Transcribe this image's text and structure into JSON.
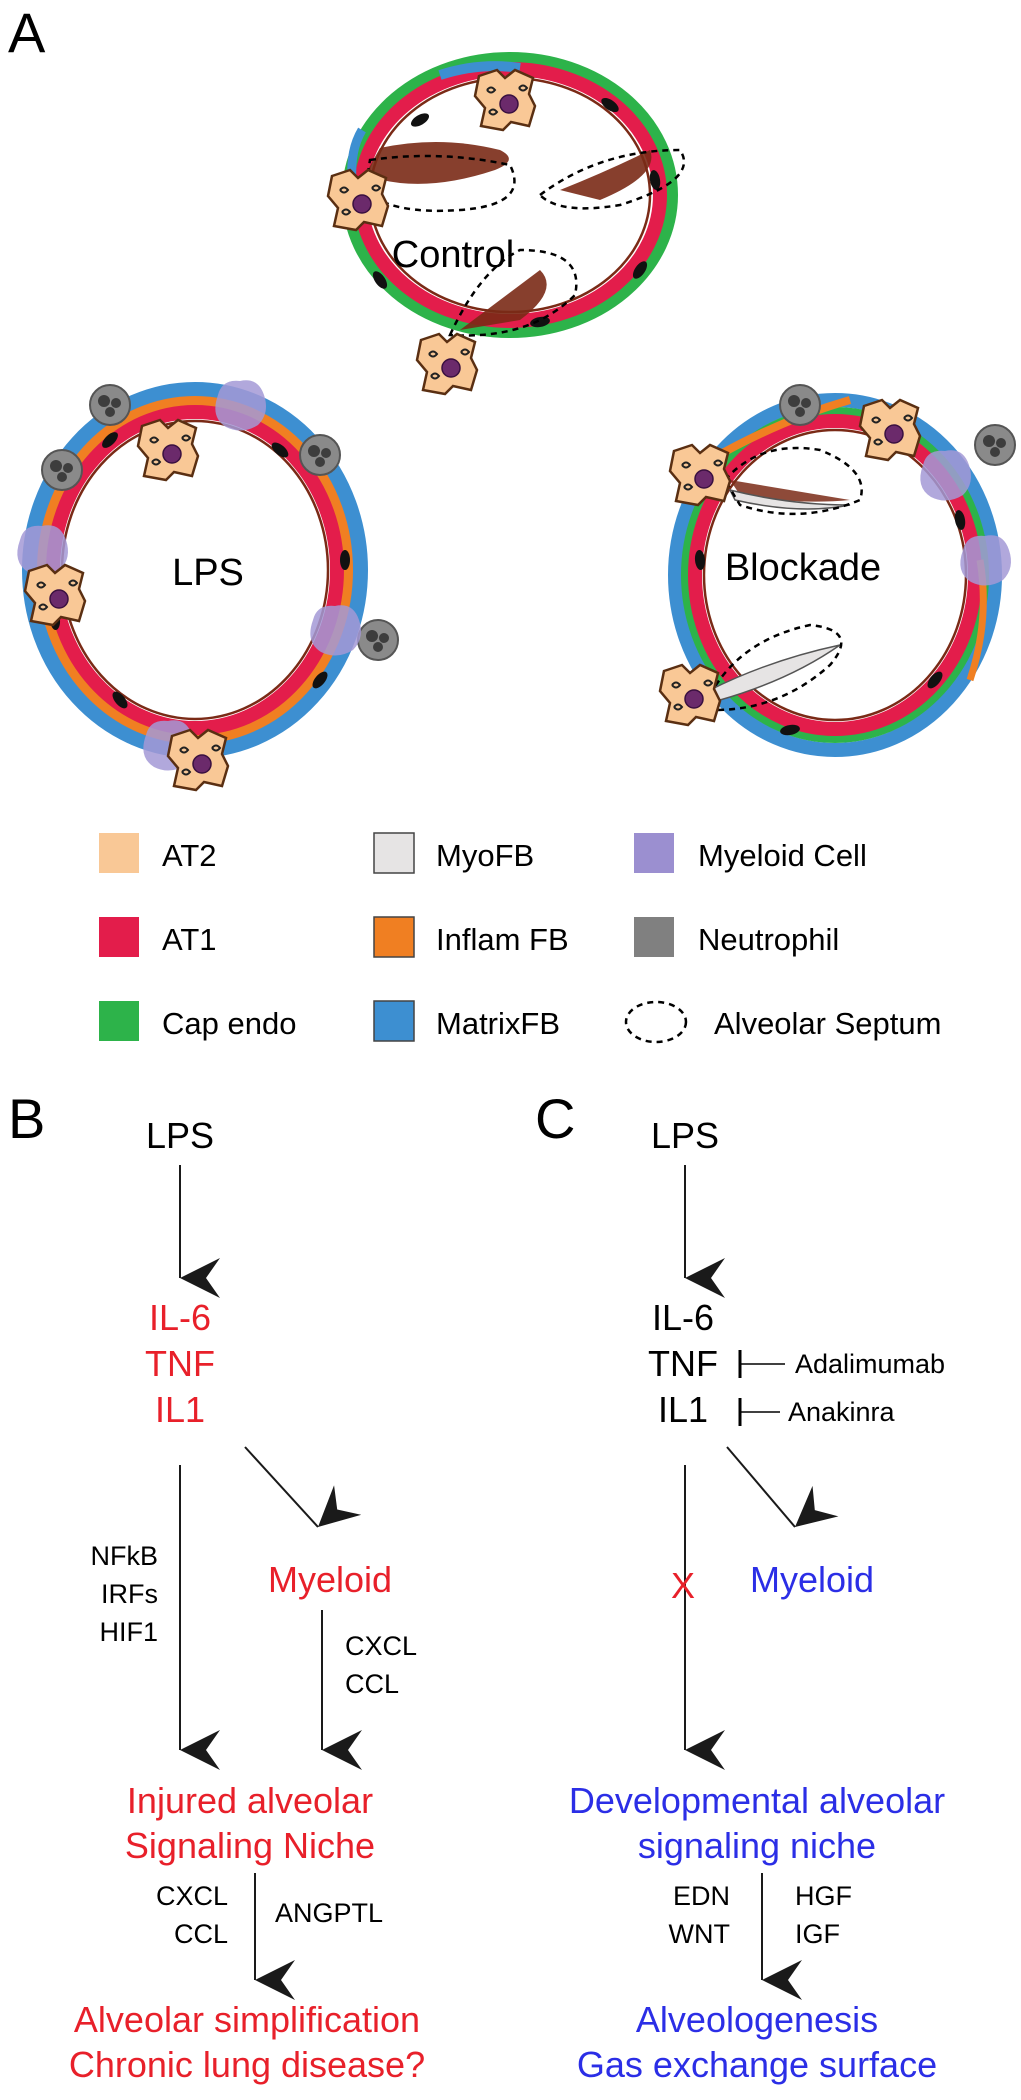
{
  "panels": {
    "a": "A",
    "b": "B",
    "c": "C"
  },
  "alveoli": {
    "control": "Control",
    "lps": "LPS",
    "blockade": "Blockade"
  },
  "legend": [
    {
      "label": "AT2",
      "color": "#f9c896"
    },
    {
      "label": "AT1",
      "color": "#e31d4b"
    },
    {
      "label": "Cap endo",
      "color": "#2db34a"
    },
    {
      "label": "MyoFB",
      "color": "#e6e4e4"
    },
    {
      "label": "Inflam FB",
      "color": "#f07f22"
    },
    {
      "label": "MatrixFB",
      "color": "#3d8fd1"
    },
    {
      "label": "Myeloid Cell",
      "color": "#9b8fd0"
    },
    {
      "label": "Neutrophil",
      "color": "#808080"
    },
    {
      "label": "Alveolar Septum",
      "color": "none"
    }
  ],
  "panel_b": {
    "stimulus": "LPS",
    "cytokines": [
      "IL-6",
      "TNF",
      "IL1"
    ],
    "pathway_factors": [
      "NFkB",
      "IRFs",
      "HIF1"
    ],
    "myeloid": "Myeloid",
    "myeloid_factors": [
      "CXCL",
      "CCL"
    ],
    "niche": [
      "Injured alveolar",
      "Signaling Niche"
    ],
    "niche_factors_left": [
      "CXCL",
      "CCL"
    ],
    "niche_factors_right": "ANGPTL",
    "outcome": [
      "Alveolar simplification",
      "Chronic lung disease?"
    ]
  },
  "panel_c": {
    "stimulus": "LPS",
    "cytokines": [
      "IL-6",
      "TNF",
      "IL1"
    ],
    "inhibitors": {
      "tnf": "Adalimumab",
      "il1": "Anakinra"
    },
    "block_mark": "X",
    "myeloid": "Myeloid",
    "niche": [
      "Developmental alveolar",
      "signaling niche"
    ],
    "niche_factors_left": [
      "EDN",
      "WNT"
    ],
    "niche_factors_right": [
      "HGF",
      "IGF"
    ],
    "outcome": [
      "Alveologenesis",
      "Gas exchange surface"
    ]
  },
  "colors": {
    "red": "#e8202a",
    "blue": "#2b2ee6",
    "at1": "#e31d4b",
    "at2": "#f9c896",
    "cap_endo": "#2db34a",
    "matrix_fb": "#3d8fd1",
    "inflam_fb": "#f07f22",
    "myofb": "#e6e4e4",
    "myeloid_cell": "#9b8fd0",
    "neutrophil": "#808080",
    "septum_brown": "#7a2a16"
  }
}
